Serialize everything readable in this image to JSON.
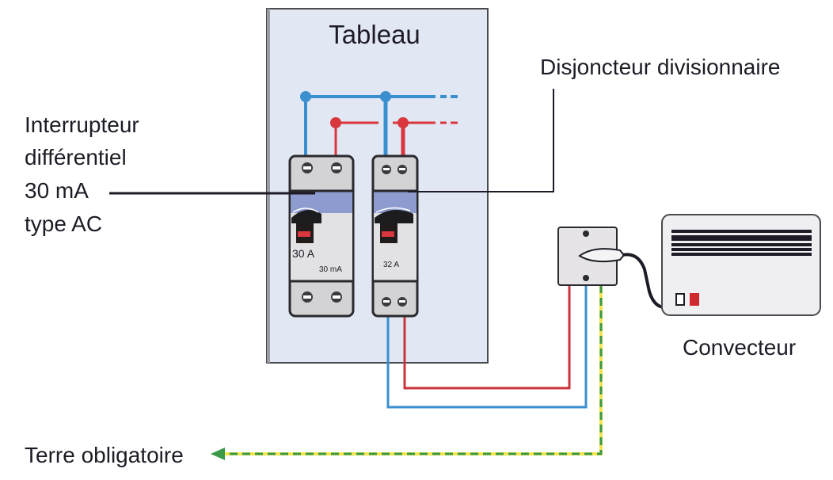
{
  "panel": {
    "title": "Tableau"
  },
  "labels": {
    "rcd_lines": [
      "Interrupteur",
      "différentiel",
      "30 mA",
      "type AC"
    ],
    "breaker": "Disjoncteur divisionnaire",
    "convector": "Convecteur",
    "earth": "Terre obligatoire"
  },
  "rcd": {
    "rating": "30 A",
    "sensitivity": "30 mA"
  },
  "mcb": {
    "rating": "32 A"
  },
  "colors": {
    "neutral": "#3b8fcf",
    "phase": "#d9363e",
    "earth_green": "#3a9a48",
    "earth_yellow": "#f2e44a",
    "panel_bg": "#e1e8f3",
    "breaker_band": "#8e9bcf"
  }
}
